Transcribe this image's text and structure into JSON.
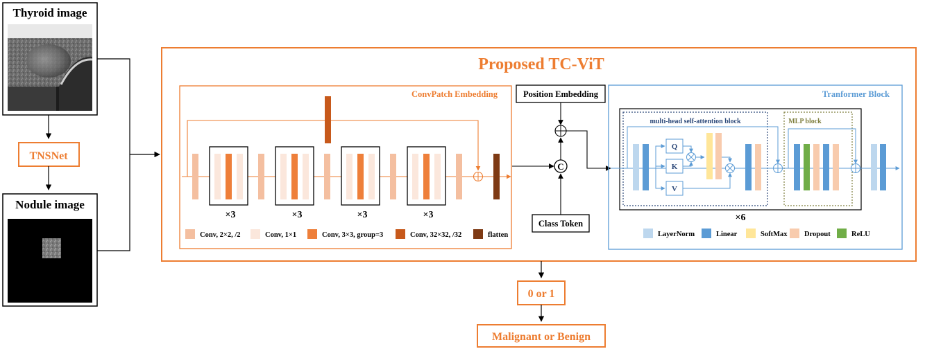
{
  "inputs": {
    "thyroid_title": "Thyroid image",
    "preprocess_label": "TNSNet",
    "nodule_title": "Nodule image"
  },
  "model": {
    "title": "Proposed TC-ViT",
    "convpatch": {
      "title": "ConvPatch Embedding",
      "repeat_labels": [
        "×3",
        "×3",
        "×3",
        "×3"
      ],
      "legend": [
        {
          "label": "Conv, 2×2, /2",
          "color": "#f4bfa0"
        },
        {
          "label": "Conv, 1×1",
          "color": "#fbe7dc"
        },
        {
          "label": "Conv, 3×3, group=3",
          "color": "#ee7f3a"
        },
        {
          "label": "Conv, 32×32, /32",
          "color": "#c7591b"
        },
        {
          "label": "flatten",
          "color": "#7e3a14"
        }
      ]
    },
    "position_embedding_label": "Position Embedding",
    "class_token_label": "Class Token",
    "concat_symbol": "C",
    "transformer": {
      "title": "Tranformer Block",
      "mhsa_title": "multi-head self-attention block",
      "mlp_title": "MLP block",
      "q_label": "Q",
      "k_label": "K",
      "v_label": "V",
      "repeat_label": "×6",
      "legend": [
        {
          "label": "LayerNorm",
          "color": "#bdd7ee"
        },
        {
          "label": "Linear",
          "color": "#5b9bd5"
        },
        {
          "label": "SoftMax",
          "color": "#ffe699"
        },
        {
          "label": "Dropout",
          "color": "#f8cbad"
        },
        {
          "label": "ReLU",
          "color": "#70ad47"
        }
      ]
    }
  },
  "outputs": {
    "binary_label": "0 or 1",
    "class_label": "Malignant or Benign"
  },
  "colors": {
    "orange": "#ed7d31",
    "blue": "#5b9bd5",
    "dark": "#000000",
    "mlp_green": "#7f7f3f"
  }
}
